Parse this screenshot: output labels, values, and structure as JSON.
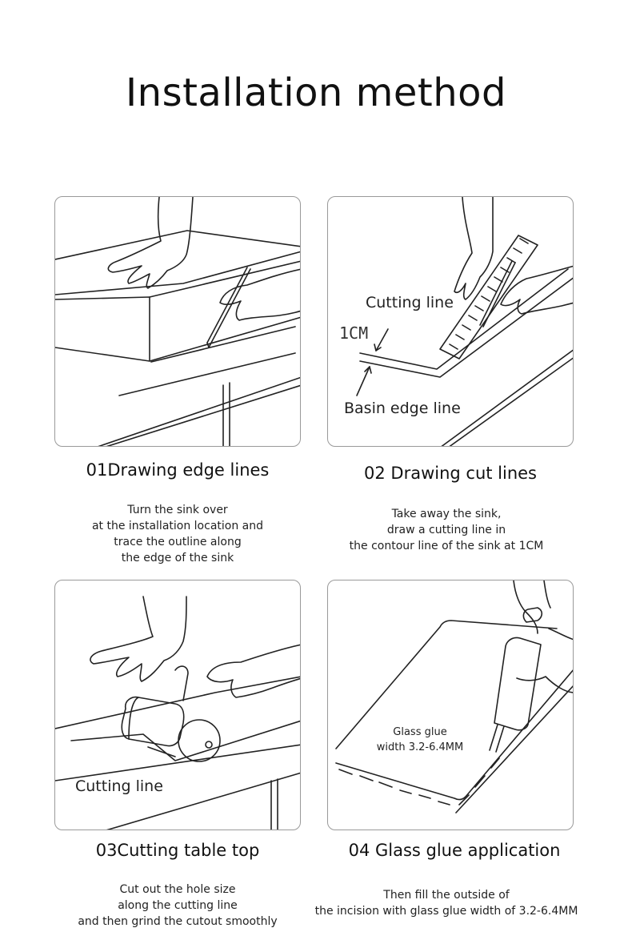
{
  "title": "Installation method",
  "steps": [
    {
      "title": "01Drawing edge lines",
      "description": [
        "Turn the sink over",
        "at the installation location and",
        "trace the outline along",
        "the edge of the sink"
      ]
    },
    {
      "title": "02 Drawing cut lines",
      "description": [
        "Take away the sink,",
        "draw a cutting line in",
        "the contour line of the sink at 1CM"
      ],
      "labels": {
        "cutting_line": "Cutting line",
        "one_cm": "1CM",
        "basin_edge_line": "Basin edge line"
      }
    },
    {
      "title": "03Cutting table top",
      "description": [
        "Cut out the hole size",
        "along the cutting line",
        "and then grind the cutout smoothly"
      ],
      "labels": {
        "cutting_line": "Cutting line"
      }
    },
    {
      "title": "04 Glass glue application",
      "description": [
        "Then fill the outside of",
        "the incision with glass glue width of 3.2-6.4MM"
      ],
      "labels": {
        "glue_line1": "Glass glue",
        "glue_line2": "width 3.2-6.4MM"
      }
    }
  ]
}
